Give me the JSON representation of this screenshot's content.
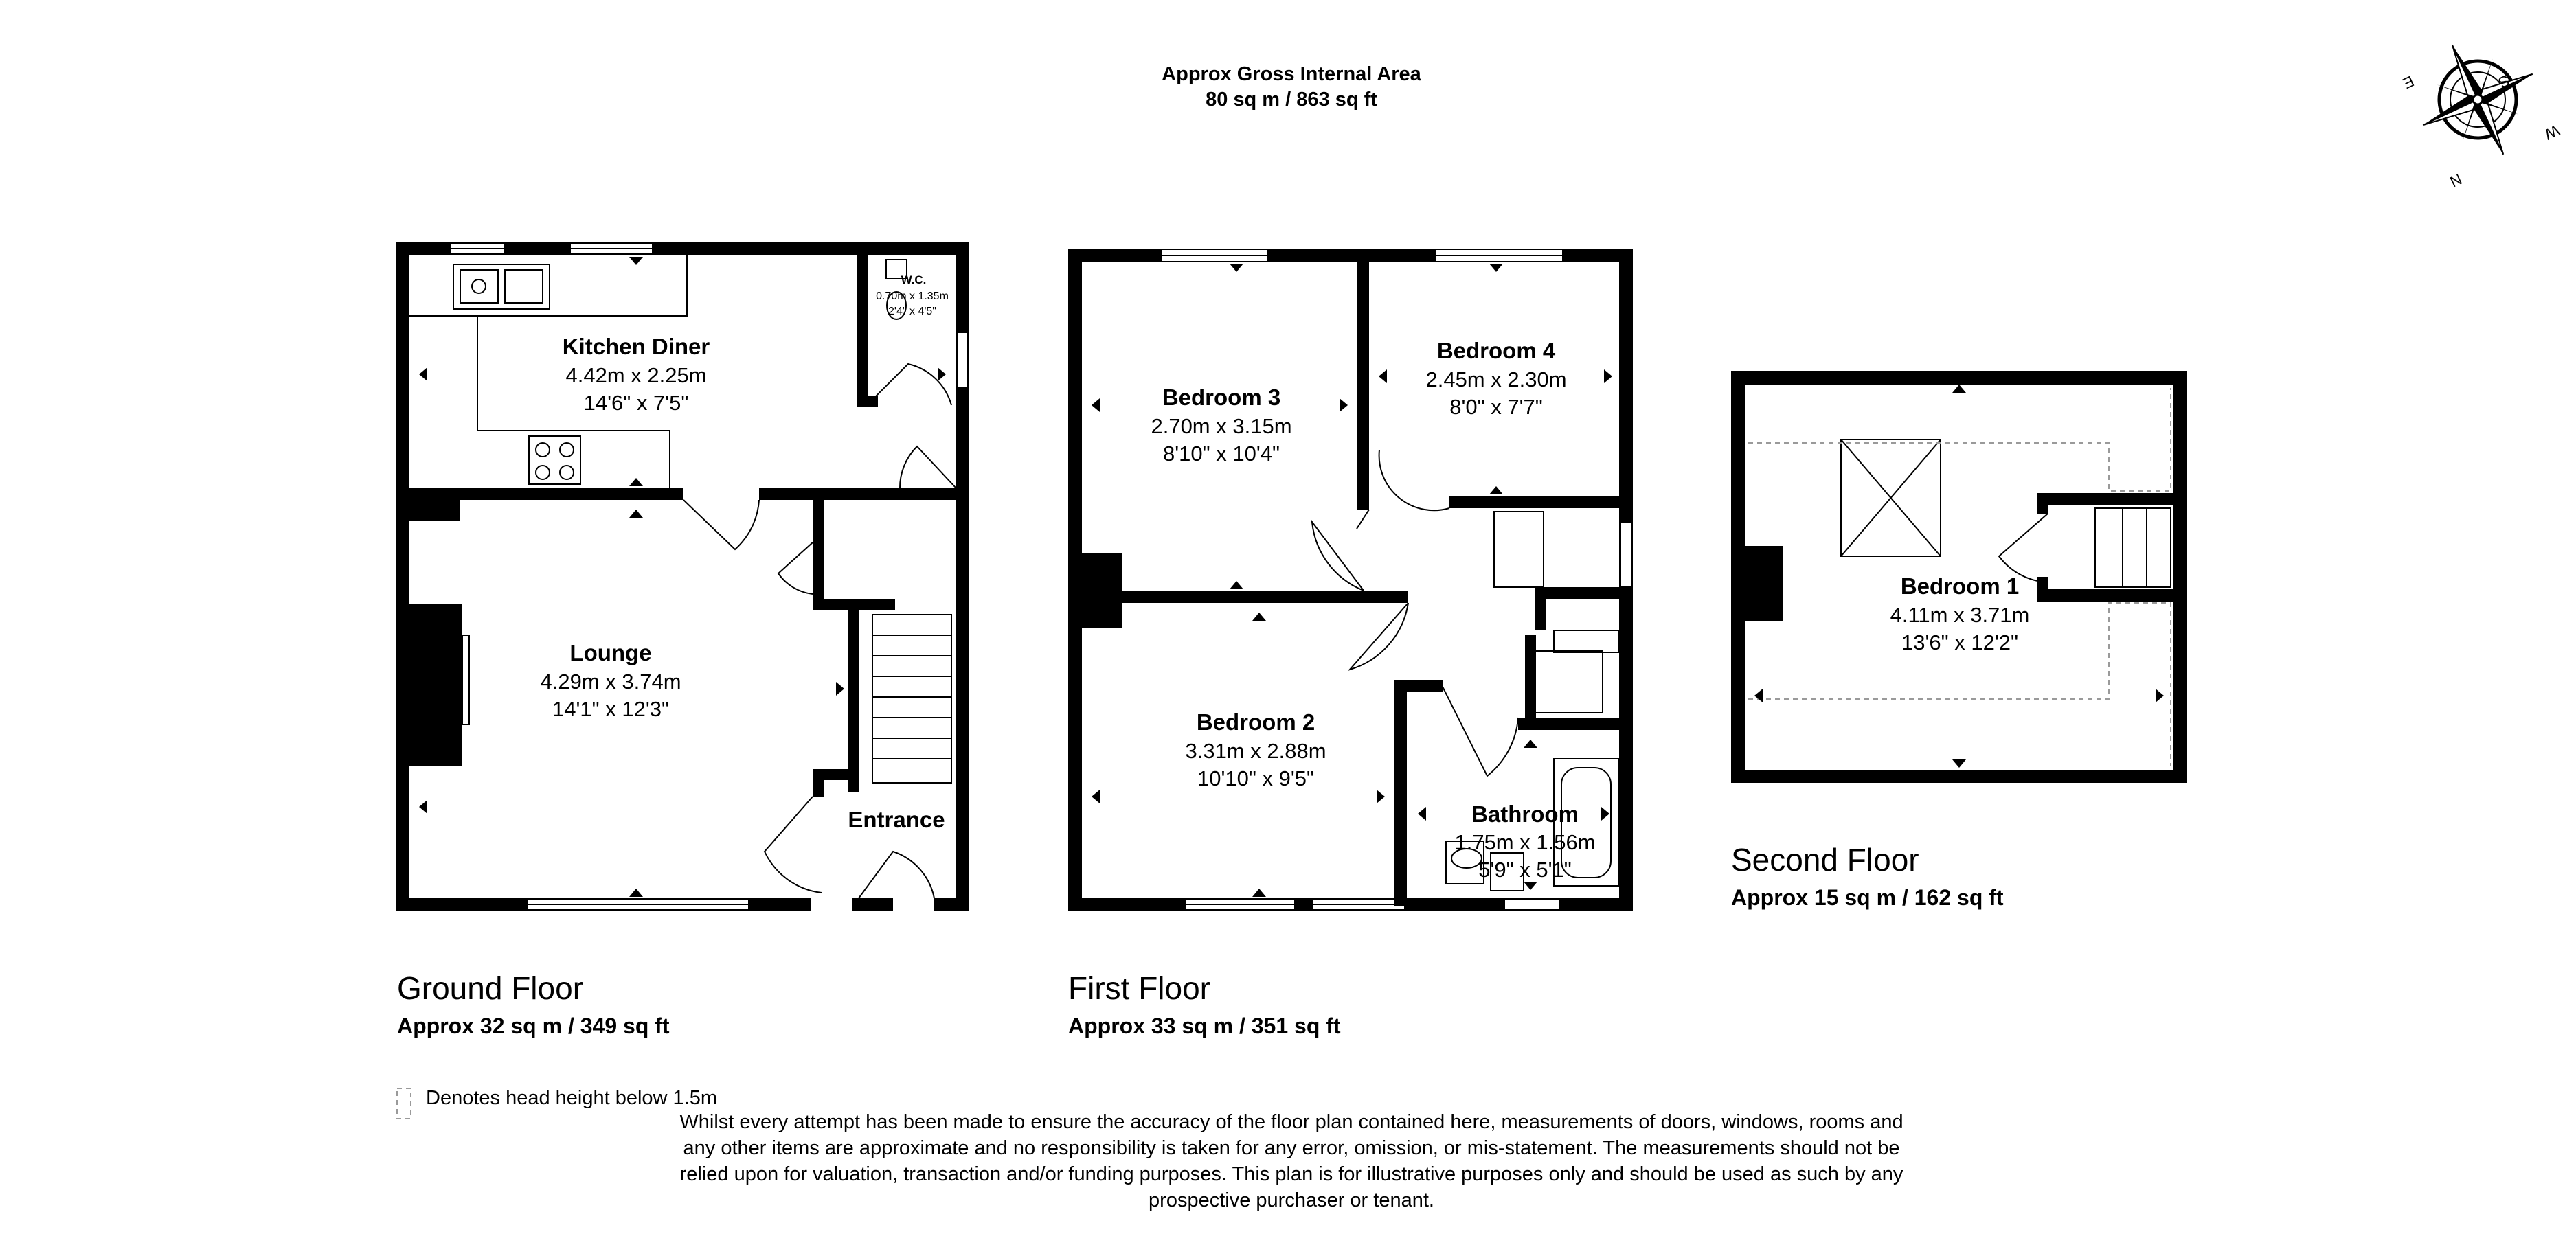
{
  "gross_area": {
    "title": "Approx Gross Internal Area",
    "value": "80 sq m / 863 sq ft"
  },
  "compass": {
    "n": "N",
    "s": "S",
    "e": "E",
    "w": "W"
  },
  "floors": {
    "ground": {
      "title": "Ground Floor",
      "area": "Approx 32 sq m / 349 sq ft",
      "rooms": {
        "kitchen": {
          "name": "Kitchen Diner",
          "metric": "4.42m x 2.25m",
          "imperial": "14'6\" x 7'5\""
        },
        "wc": {
          "name": "W.C.",
          "metric": "0.70m x 1.35m",
          "imperial": "2'4\" x 4'5\""
        },
        "lounge": {
          "name": "Lounge",
          "metric": "4.29m x 3.74m",
          "imperial": "14'1\" x 12'3\""
        },
        "entrance": {
          "name": "Entrance"
        }
      }
    },
    "first": {
      "title": "First Floor",
      "area": "Approx 33 sq m / 351 sq ft",
      "rooms": {
        "bedroom3": {
          "name": "Bedroom 3",
          "metric": "2.70m x 3.15m",
          "imperial": "8'10\" x 10'4\""
        },
        "bedroom4": {
          "name": "Bedroom 4",
          "metric": "2.45m x 2.30m",
          "imperial": "8'0\" x 7'7\""
        },
        "bedroom2": {
          "name": "Bedroom 2",
          "metric": "3.31m x 2.88m",
          "imperial": "10'10\" x 9'5\""
        },
        "bathroom": {
          "name": "Bathroom",
          "metric": "1.75m x 1.56m",
          "imperial": "5'9\" x 5'1\""
        }
      }
    },
    "second": {
      "title": "Second Floor",
      "area": "Approx 15 sq m / 162 sq ft",
      "rooms": {
        "bedroom1": {
          "name": "Bedroom 1",
          "metric": "4.11m x 3.71m",
          "imperial": "13'6\" x 12'2\""
        }
      }
    }
  },
  "legend": {
    "text": "Denotes head height below 1.5m"
  },
  "disclaimer": [
    "Whilst every attempt has been made to ensure the accuracy of the floor plan contained here, measurements of doors, windows, rooms and",
    "any other items are approximate and no responsibility is taken for any error, omission, or mis-statement. The measurements should not be",
    "relied upon for valuation, transaction and/or funding purposes. This plan is for illustrative purposes only and should be used as such by any",
    "prospective purchaser or tenant."
  ]
}
